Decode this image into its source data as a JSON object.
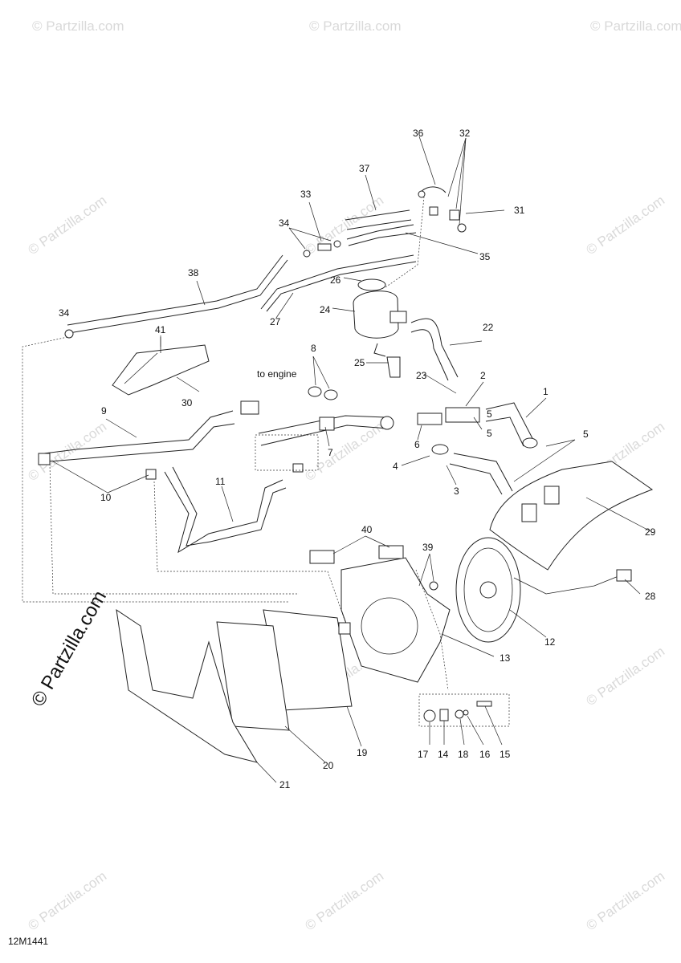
{
  "diagram": {
    "figure_code": "12M1441",
    "note_to_engine": "to engine",
    "watermark": "© Partzilla.com",
    "watermark_faint": "© Partzilla.com",
    "callouts": [
      "1",
      "2",
      "3",
      "4",
      "5",
      "5",
      "5",
      "6",
      "7",
      "8",
      "9",
      "10",
      "11",
      "12",
      "13",
      "14",
      "15",
      "16",
      "17",
      "18",
      "19",
      "20",
      "21",
      "22",
      "23",
      "24",
      "25",
      "26",
      "27",
      "28",
      "29",
      "30",
      "31",
      "32",
      "33",
      "34",
      "34",
      "35",
      "36",
      "37",
      "38",
      "39",
      "40",
      "41"
    ]
  }
}
